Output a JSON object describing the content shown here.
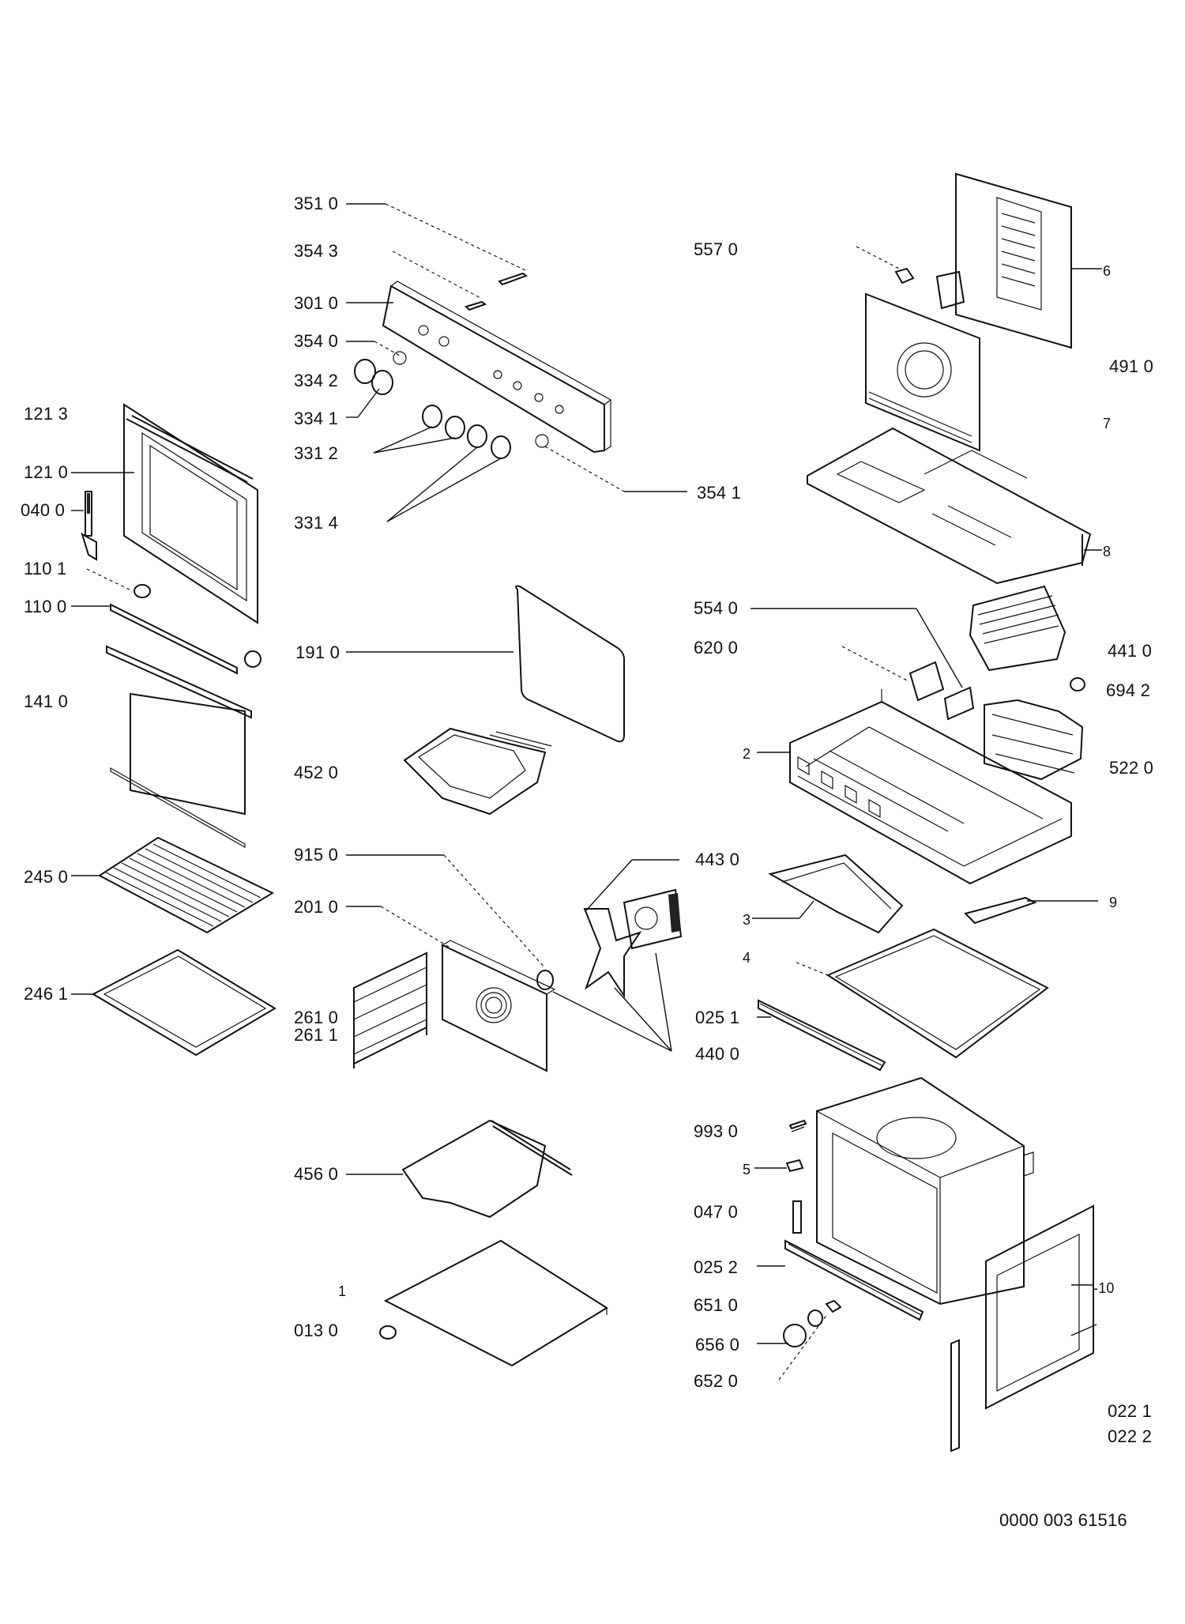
{
  "diagram": {
    "document_number": "0000 003 61516",
    "labels": {
      "l_351_0": "351 0",
      "l_354_3": "354 3",
      "l_301_0": "301 0",
      "l_354_0": "354 0",
      "l_334_2": "334 2",
      "l_334_1": "334 1",
      "l_331_2": "331 2",
      "l_331_4": "331 4",
      "l_354_1": "354 1",
      "l_121_3": "121 3",
      "l_121_0": "121 0",
      "l_040_0": "040 0",
      "l_110_1": "110 1",
      "l_110_0": "110 0",
      "l_141_0": "141 0",
      "l_245_0": "245 0",
      "l_246_1": "246 1",
      "l_191_0": "191 0",
      "l_452_0": "452 0",
      "l_915_0": "915 0",
      "l_201_0": "201 0",
      "l_261_0": "261 0",
      "l_261_1": "261 1",
      "l_443_0": "443 0",
      "l_440_0": "440 0",
      "l_456_0": "456 0",
      "l_1": "1",
      "l_013_0": "013 0",
      "l_557_0": "557 0",
      "l_6": "6",
      "l_491_0": "491 0",
      "l_7": "7",
      "l_8": "8",
      "l_554_0": "554 0",
      "l_620_0": "620 0",
      "l_441_0": "441 0",
      "l_694_2": "694 2",
      "l_2": "2",
      "l_522_0": "522 0",
      "l_3": "3",
      "l_9": "9",
      "l_4": "4",
      "l_025_1": "025 1",
      "l_993_0": "993 0",
      "l_5": "5",
      "l_047_0": "047 0",
      "l_025_2": "025 2",
      "l_651_0": "651 0",
      "l_656_0": "656 0",
      "l_652_0": "652 0",
      "l_10": "-10",
      "l_022_1": "022 1",
      "l_022_2": "022 2"
    }
  }
}
